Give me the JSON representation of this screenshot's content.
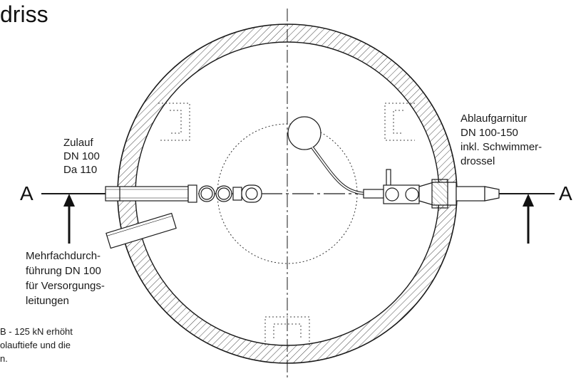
{
  "title": "driss",
  "section_left": "A",
  "section_right": "A",
  "inlet": {
    "line1": "Zulauf",
    "line2": "DN 100",
    "line3": "Da 110"
  },
  "outlet": {
    "line1": "Ablaufgarnitur",
    "line2": "DN 100-150",
    "line3": "inkl. Schwimmer-",
    "line4": "drossel"
  },
  "multi_passage": {
    "line1": "Mehrfachdurch-",
    "line2": "führung DN 100",
    "line3": "für Versorgungs-",
    "line4": "leitungen"
  },
  "footnote": {
    "line1": "B - 125 kN erhöht",
    "line2": "olauftiefe und die",
    "line3": "n."
  },
  "colors": {
    "line": "#1a1a1a",
    "hatch": "#333333",
    "background": "#ffffff"
  }
}
